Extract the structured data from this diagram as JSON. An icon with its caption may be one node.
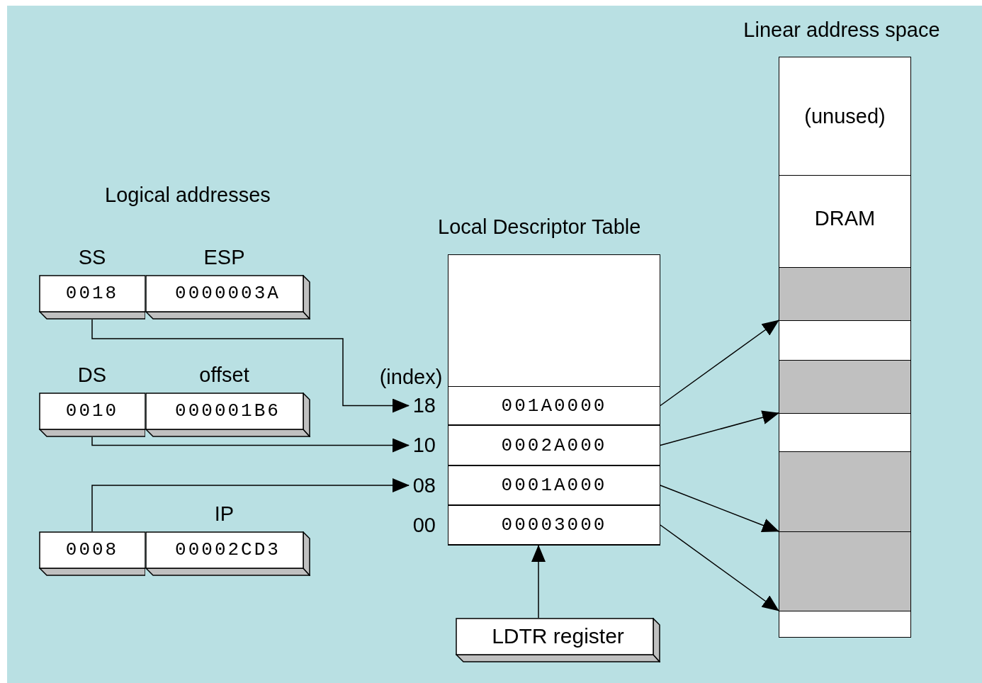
{
  "diagram": {
    "nodes": [
      {
        "text": [
          "Local Descriptor Table"
        ]
      },
      {
        "text": [
          "001A0000"
        ],
        "in": 0,
        "beside": [
          "18"
        ]
      },
      {
        "text": [
          "0002A000"
        ],
        "in": 0,
        "beside": [
          "10"
        ]
      },
      {
        "text": [
          "0001A000"
        ],
        "in": 0,
        "beside": [
          "08"
        ]
      },
      {
        "text": [
          "00003000"
        ],
        "in": 0,
        "beside": [
          "00"
        ]
      },
      {
        "text": [
          "Linear address space"
        ]
      },
      {
        "text": [
          "(unused)"
        ],
        "in": 5
      },
      {
        "text": [
          "DRAM"
        ],
        "in": 5
      },
      {
        "text": [],
        "shape": "box",
        "in": 5
      },
      {
        "text": [],
        "shape": "box",
        "in": 5
      },
      {
        "text": [],
        "shape": "box",
        "in": 5
      },
      {
        "text": [],
        "shape": "box",
        "in": 5
      },
      {
        "text": [],
        "shape": "box",
        "in": 5
      },
      {
        "text": [],
        "shape": "box",
        "in": 5
      },
      {
        "text": [],
        "shape": "box",
        "in": 5
      },
      {
        "text": [
          "SS",
          "0018"
        ]
      },
      {
        "text": [
          "ESP",
          "0000003A"
        ]
      },
      {
        "text": [
          "DS",
          "0010"
        ]
      },
      {
        "text": [
          "offset",
          "000001B6"
        ]
      },
      {
        "text": [
          "0008"
        ]
      },
      {
        "text": [
          "IP",
          "00002CD3"
        ]
      },
      {
        "text": [
          "LDTR register"
        ]
      }
    ],
    "edges": [
      {
        "from": 15,
        "to": 1,
        "arrow": "to"
      },
      {
        "from": 17,
        "to": 2,
        "arrow": "to"
      },
      {
        "from": 19,
        "to": 3,
        "arrow": "to"
      },
      {
        "from": 21,
        "to": 0,
        "arrow": "to"
      },
      {
        "from": 1,
        "to": 9,
        "arrow": "to"
      },
      {
        "from": 2,
        "to": 11,
        "arrow": "to"
      },
      {
        "from": 3,
        "to": 13,
        "arrow": "to"
      },
      {
        "from": 4,
        "to": 14,
        "arrow": "to"
      }
    ],
    "labels": [
      "Logical addresses",
      "(index)"
    ]
  }
}
